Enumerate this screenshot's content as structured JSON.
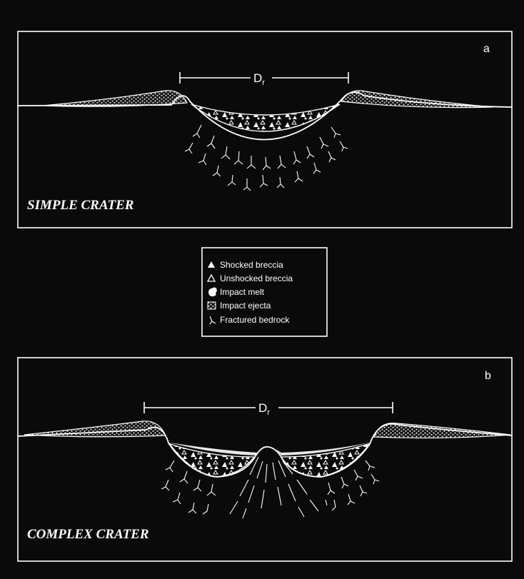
{
  "panels": {
    "a": {
      "letter": "a",
      "title": "SIMPLE CRATER",
      "dimension_label": "D",
      "dimension_subscript": "r"
    },
    "b": {
      "letter": "b",
      "title": "COMPLEX CRATER",
      "dimension_label": "D",
      "dimension_subscript": "r"
    }
  },
  "legend": {
    "items": [
      {
        "label": "Shocked breccia",
        "icon": "filled-triangle-icon"
      },
      {
        "label": "Unshocked breccia",
        "icon": "open-triangle-icon"
      },
      {
        "label": "Impact melt",
        "icon": "melt-blob-icon"
      },
      {
        "label": "Impact ejecta",
        "icon": "stippled-square-icon"
      },
      {
        "label": "Fractured bedrock",
        "icon": "fracture-icon"
      }
    ]
  },
  "colors": {
    "background": "#0a0a0a",
    "line": "#ffffff"
  }
}
